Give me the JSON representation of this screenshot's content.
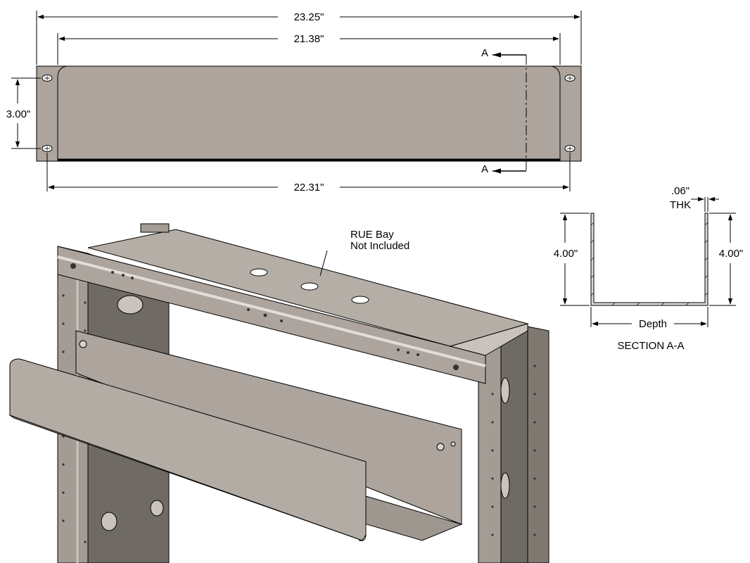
{
  "front_view": {
    "overall_width": "23.25\"",
    "opening_width": "21.38\"",
    "hole_spacing_width": "22.31\"",
    "height": "3.00\"",
    "section_marker_top": "A",
    "section_marker_bottom": "A"
  },
  "section_view": {
    "title": "SECTION A-A",
    "left_height": "4.00\"",
    "right_height": "4.00\"",
    "thickness_value": ".06\"",
    "thickness_unit": "THK",
    "depth_label": "Depth"
  },
  "iso_view": {
    "callout_line1": "RUE Bay",
    "callout_line2": "Not Included"
  },
  "colors": {
    "panel_face": "#aca49d",
    "metal_light": "#c9c3bb",
    "metal_mid": "#a39c94",
    "metal_dark": "#6f6a64",
    "line": "#000000"
  }
}
